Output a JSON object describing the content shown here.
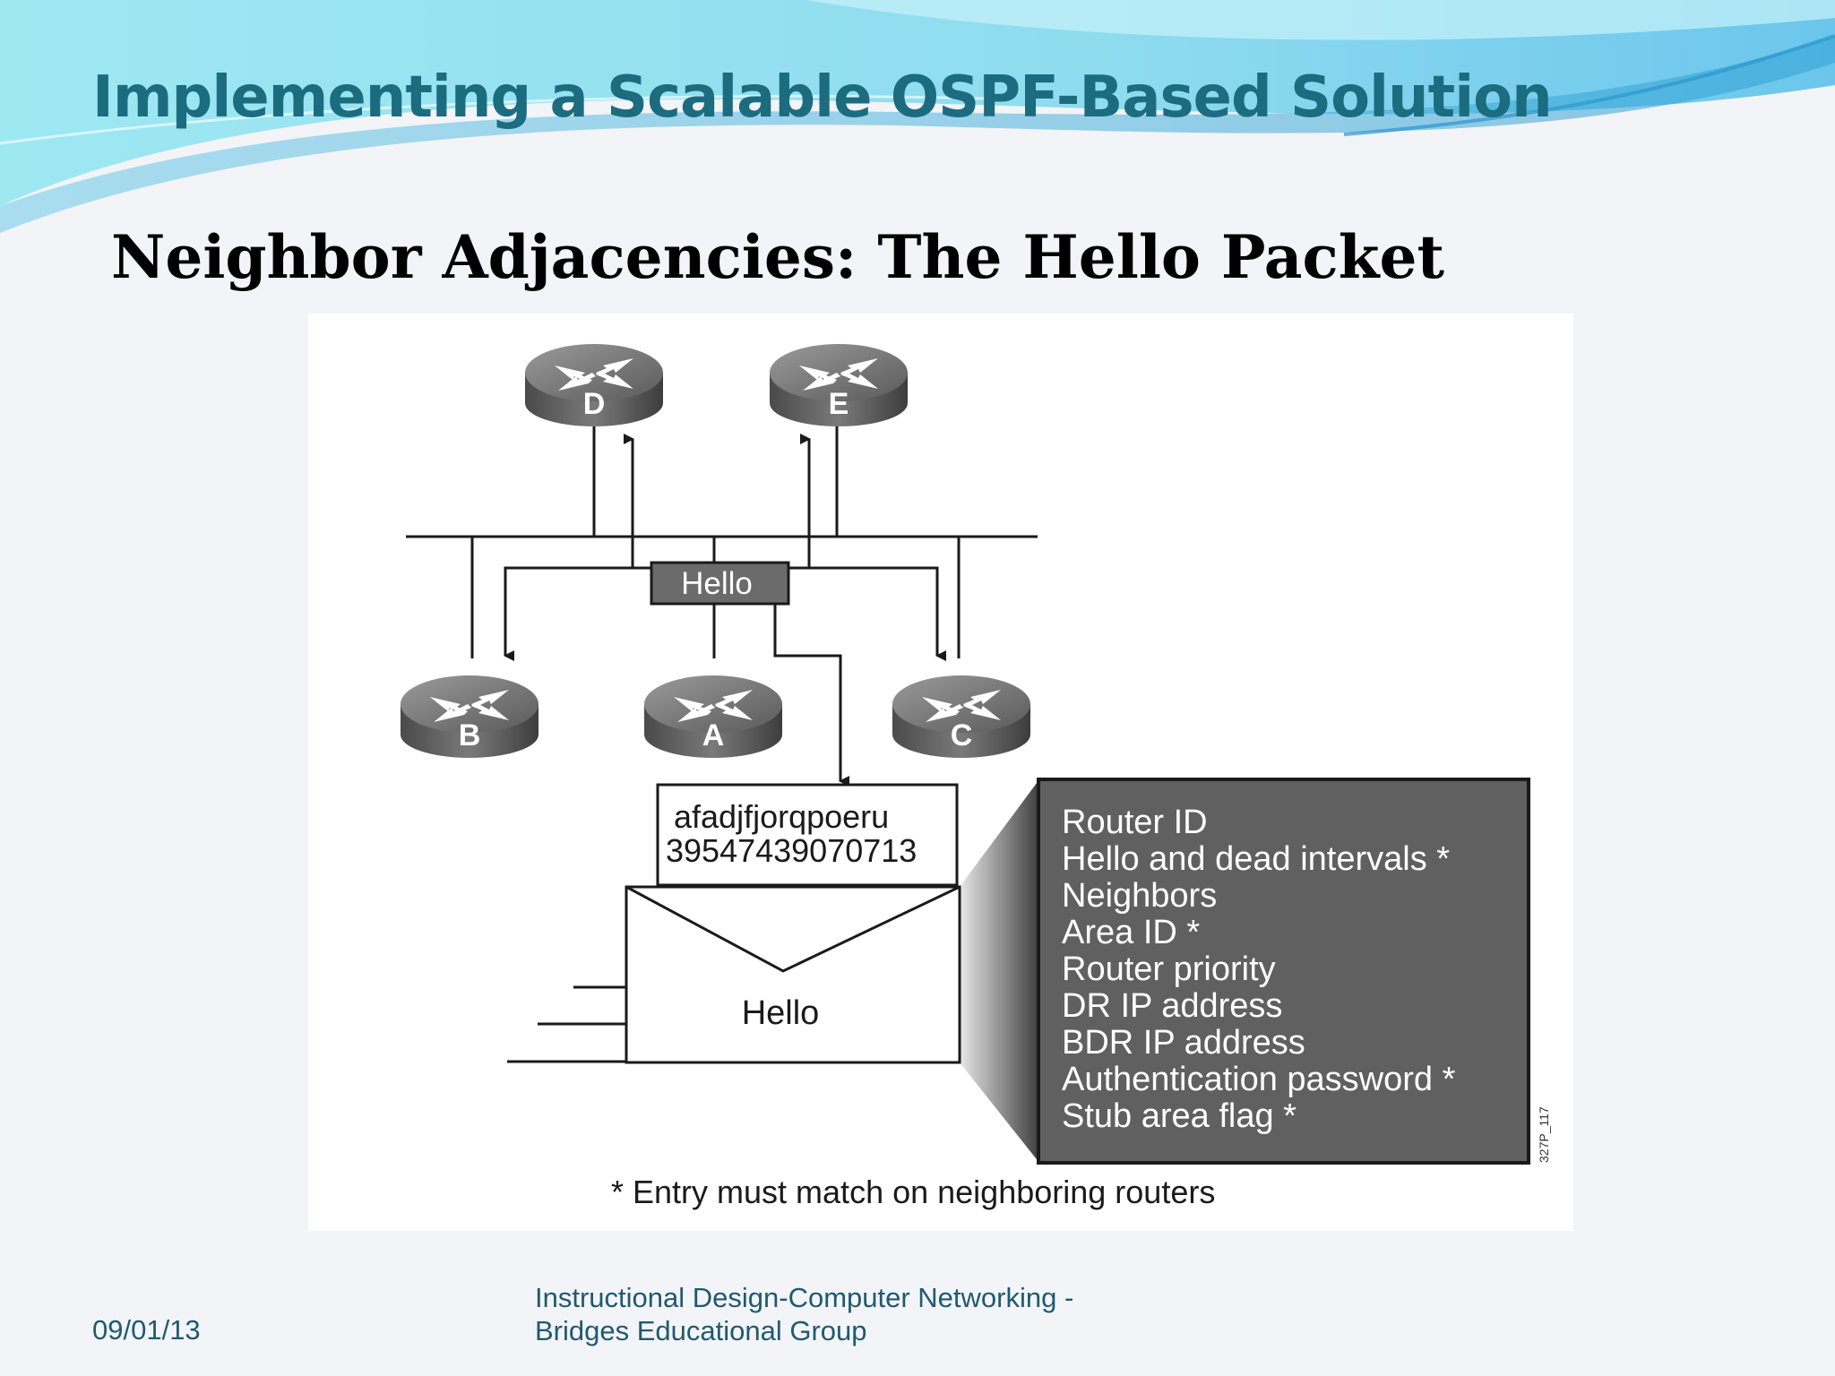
{
  "slide": {
    "title": "Implementing a Scalable OSPF-Based Solution",
    "subtitle": "Neighbor Adjacencies: The Hello Packet"
  },
  "diagram": {
    "routers": [
      {
        "id": "D",
        "label": "D"
      },
      {
        "id": "E",
        "label": "E"
      },
      {
        "id": "B",
        "label": "B"
      },
      {
        "id": "A",
        "label": "A"
      },
      {
        "id": "C",
        "label": "C"
      }
    ],
    "hello_tag": "Hello",
    "packet_data_line1": "afadjfjorqpoeru",
    "packet_data_line2": "39547439070713",
    "envelope_label": "Hello",
    "fields": [
      "Router ID",
      "Hello and dead intervals *",
      "Neighbors",
      "Area ID *",
      "Router priority",
      "DR IP address",
      "BDR IP address",
      "Authentication password *",
      "Stub area flag *"
    ],
    "figure_code": "327P_117",
    "footnote": "* Entry must match on neighboring routers"
  },
  "footer": {
    "date": "09/01/13",
    "org_line1": "Instructional Design-Computer Networking -",
    "org_line2": "Bridges Educational Group"
  },
  "colors": {
    "title": "#1c6c80",
    "router_body": "#4a4a4a",
    "field_box": "#606060",
    "swoosh_light": "#9ee8f2",
    "swoosh_dark": "#3aaed6"
  }
}
